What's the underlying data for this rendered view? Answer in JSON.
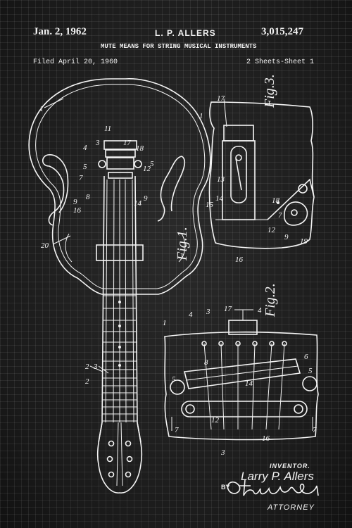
{
  "header": {
    "date": "Jan. 2, 1962",
    "inventor": "L. P. ALLERS",
    "patent_number": "3,015,247",
    "title": "MUTE MEANS FOR STRING MUSICAL INSTRUMENTS",
    "filed": "Filed April 20, 1960",
    "sheets": "2 Sheets-Sheet 1"
  },
  "figures": {
    "fig1_label": "Fig.1.",
    "fig2_label": "Fig.2.",
    "fig3_label": "Fig.3."
  },
  "signature": {
    "inventor_label": "INVENTOR.",
    "inventor_name": "Larry P. Allers",
    "by": "BY",
    "attorney_label": "ATTORNEY"
  },
  "colors": {
    "background": "#202020",
    "ink": "#f4f4f4"
  }
}
